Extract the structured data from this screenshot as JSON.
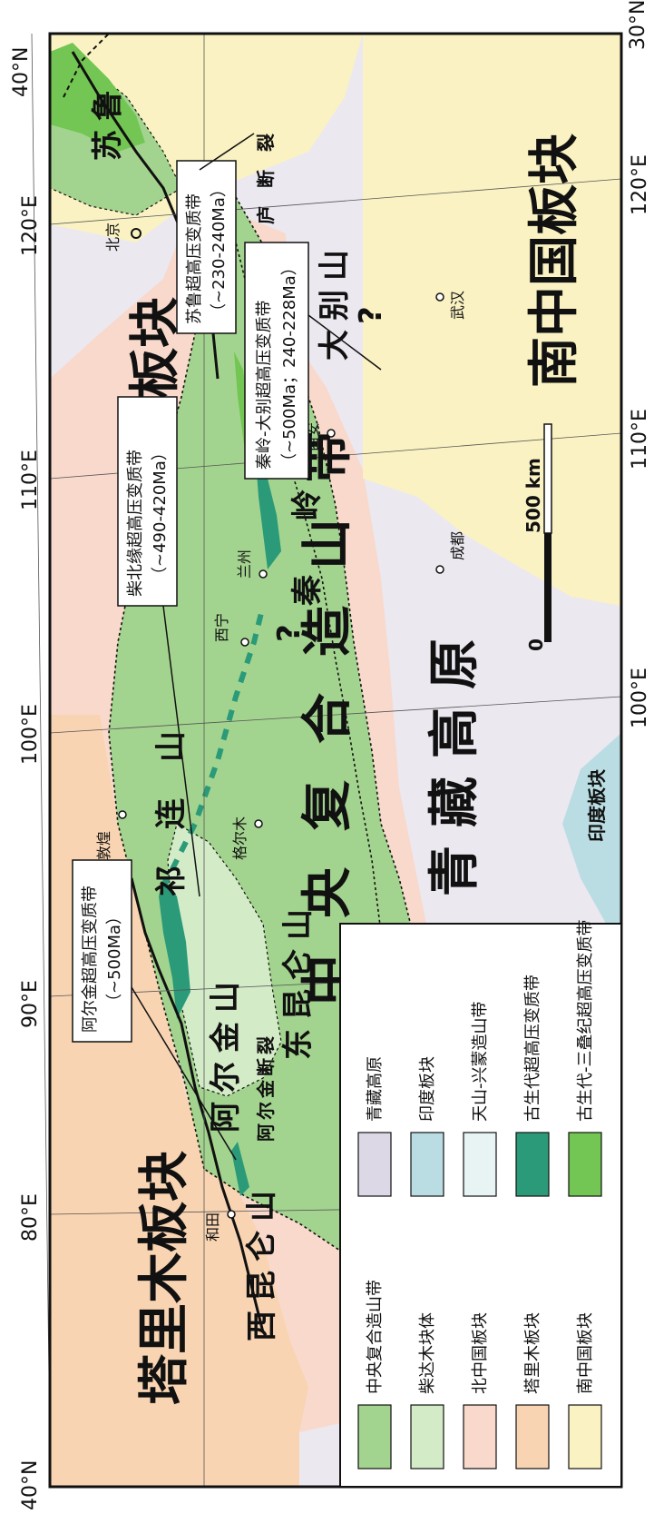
{
  "grid": {
    "lat_labels": [
      "40°N",
      "40°N",
      "30°N"
    ],
    "lon_labels": [
      "80°E",
      "90°E",
      "100°E",
      "110°E",
      "120°E",
      "100°E",
      "110°E",
      "120°E"
    ]
  },
  "regions": {
    "tarim": "塔里木板块",
    "north_china": "北中国板块",
    "south_china": "南中国板块",
    "central_orogen": "中央复合造山带",
    "tibet": "青藏高原",
    "india": "印度板块"
  },
  "ranges": {
    "west_kunlun": "西昆仑山",
    "altyn": "阿尔金山",
    "altyn_fault": "阿尔金断裂",
    "qilian": "祁连山",
    "east_kunlun": "东昆仑山",
    "qinling": "秦岭",
    "dabie": "大别山",
    "sulu": "苏鲁",
    "tanlu": "郯庐断裂"
  },
  "cities": {
    "beijing": "北京",
    "xian": "西安",
    "wuhan": "武汉",
    "chengdu": "成都",
    "xining": "西宁",
    "lanzhou": "兰州",
    "dunhuang": "敦煌",
    "golmud": "格尔木",
    "hotan": "和田"
  },
  "callouts": {
    "altyn": {
      "line1": "阿尔金超高压变质带",
      "line2": "（~500Ma）"
    },
    "qaidam": {
      "line1": "柴北缘超高压变质带",
      "line2": "（~490-420Ma）"
    },
    "qinling_dabie": {
      "line1": "秦岭-大别超高压变质带",
      "line2": "（~500Ma；240-228Ma）"
    },
    "sulu": {
      "line1": "苏鲁超高压变质带",
      "line2": "（~230-240Ma）"
    }
  },
  "question_mark": "?",
  "scale": {
    "zero": "0",
    "label": "500 km"
  },
  "legend": [
    {
      "label": "中央复合造山带",
      "color": "#a3d48f"
    },
    {
      "label": "柴达木块体",
      "color": "#d4ebc8"
    },
    {
      "label": "北中国板块",
      "color": "#f8d9cc"
    },
    {
      "label": "塔里木板块",
      "color": "#f8d4b2"
    },
    {
      "label": "南中国板块",
      "color": "#faf2c2"
    },
    {
      "label": "青藏高原",
      "color": "#dcd8e6"
    },
    {
      "label": "印度板块",
      "color": "#b9dde3"
    },
    {
      "label": "天山-兴蒙造山带",
      "color": "#e8f4f3"
    },
    {
      "label": "古生代超高压变质带",
      "color": "#2a9a78"
    },
    {
      "label": "古生代-三叠纪超高压变质带",
      "color": "#73c653"
    }
  ]
}
